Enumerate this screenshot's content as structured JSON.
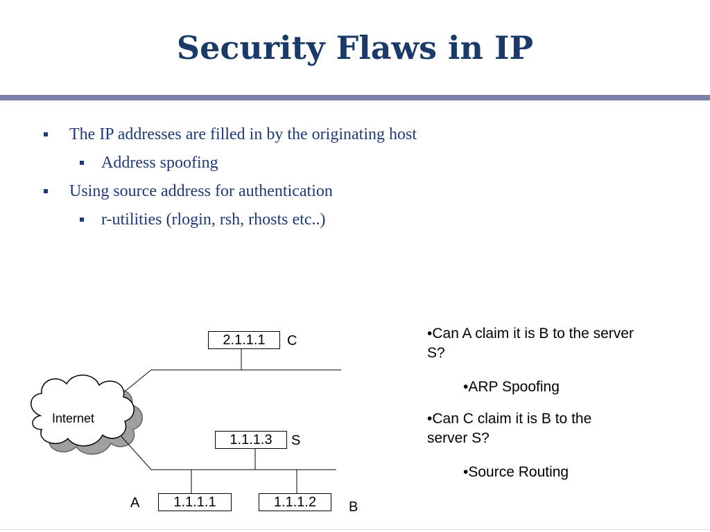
{
  "slide": {
    "title": "Security Flaws in IP",
    "bullets": [
      {
        "level": 1,
        "text": "The IP addresses are filled in by the originating host"
      },
      {
        "level": 2,
        "text": "Address spoofing"
      },
      {
        "level": 1,
        "text": "Using source address for authentication"
      },
      {
        "level": 2,
        "text": "r-utilities (rlogin, rsh, rhosts etc..)"
      }
    ]
  },
  "diagram": {
    "cloud_label": "Internet",
    "hosts": {
      "c": {
        "ip": "2.1.1.1",
        "name": "C"
      },
      "s": {
        "ip": "1.1.1.3",
        "name": "S"
      },
      "a": {
        "ip": "1.1.1.1",
        "name": "A"
      },
      "b": {
        "ip": "1.1.1.2",
        "name": "B"
      }
    }
  },
  "notes": [
    {
      "level": 1,
      "text": "•Can A claim it is B to the server S?"
    },
    {
      "level": 2,
      "text": "•ARP Spoofing"
    },
    {
      "level": 1,
      "text": "•Can C claim it is B to the server S?"
    },
    {
      "level": 2,
      "text": "•Source Routing"
    }
  ],
  "colors": {
    "title": "#1a3a6a",
    "rule": "#7c81a8",
    "bullet_text": "#1f3a78",
    "cloud_shadow": "#a0a0a0"
  }
}
